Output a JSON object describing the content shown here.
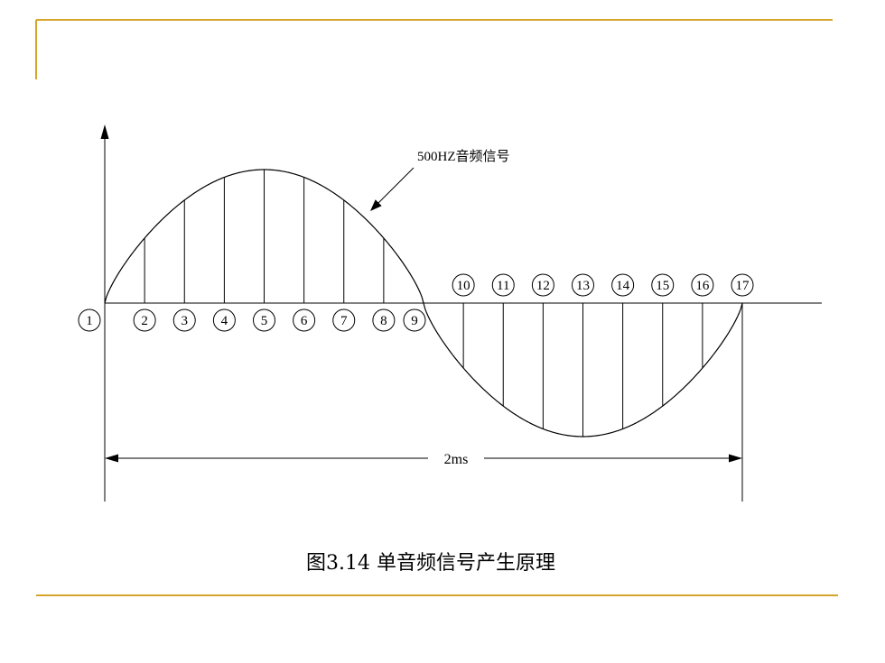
{
  "diagram": {
    "signal_label": "500HZ音频信号",
    "duration_label": "2ms",
    "sample_labels": [
      "1",
      "2",
      "3",
      "4",
      "5",
      "6",
      "7",
      "8",
      "9",
      "10",
      "11",
      "12",
      "13",
      "14",
      "15",
      "16",
      "17"
    ]
  },
  "caption": "图3.14 单音频信号产生原理",
  "colors": {
    "accent": "#D4A52A",
    "ink": "#000000"
  }
}
